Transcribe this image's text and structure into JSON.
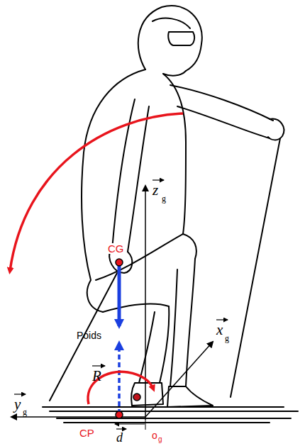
{
  "diagram": {
    "labels": [
      "CG",
      "z",
      "g",
      "Poids",
      "R",
      "x",
      "g",
      "y",
      "g",
      "CP",
      "d",
      "o",
      "g"
    ]
  }
}
